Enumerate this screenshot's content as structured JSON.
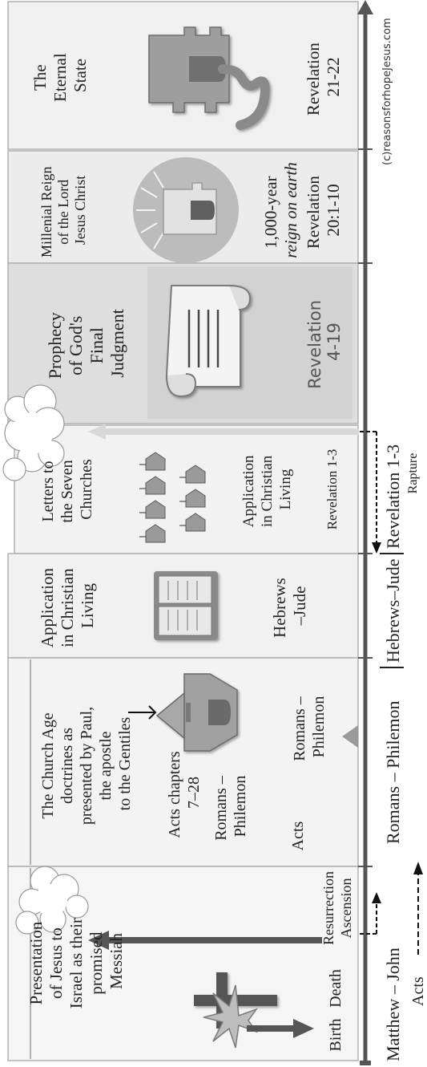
{
  "copyright": "(c)reasonsforhopeJesus.com",
  "panels": {
    "eternal": {
      "title": [
        "The",
        "Eternal",
        "State"
      ],
      "ref": [
        "Revelation",
        "21-22"
      ]
    },
    "millennial": {
      "title": [
        "Millenial Reign",
        "of the Lord",
        "Jesus Christ"
      ],
      "note": [
        "1,000-year",
        "reign on earth"
      ],
      "ref": [
        "Revelation",
        "20:1-10"
      ]
    },
    "prophecy": {
      "title": [
        "Prophecy",
        "of God's",
        "Final",
        "Judgment"
      ],
      "ref": [
        "Revelation",
        "4-19"
      ]
    },
    "letters": {
      "title": [
        "Letters to",
        "the Seven",
        "Churches"
      ],
      "application": [
        "Application",
        "in Christian",
        "Living"
      ],
      "ref": "Revelation 1-3"
    },
    "application": {
      "title": [
        "Application",
        "in Christian",
        "Living"
      ],
      "ref": [
        "Hebrews",
        "–Jude"
      ]
    },
    "church_age": {
      "title": [
        "The Church Age",
        "doctrines as",
        "presented by Paul,",
        "the apostle",
        "to the Gentiles"
      ],
      "acts_chapters": [
        "Acts chapters",
        "7–28"
      ],
      "romans_a": [
        "Romans –",
        "Philemon"
      ],
      "acts": "Acts",
      "romans_b": [
        "Romans –",
        "Philemon"
      ]
    },
    "gospels": {
      "title": [
        "Presentation",
        "of Jesus to",
        "Israel as their",
        "promised",
        "Messiah"
      ],
      "birth": "Birth",
      "death": "Death",
      "resurrection": "Resurrection",
      "ascension": "Ascension"
    }
  },
  "timeline": {
    "matthew": "Matthew – John",
    "romans": "Romans – Philemon",
    "hebrews": "Hebrews–Jude",
    "revelation": "Revelation 1-3",
    "rapture": "Rapture",
    "acts": "Acts"
  }
}
